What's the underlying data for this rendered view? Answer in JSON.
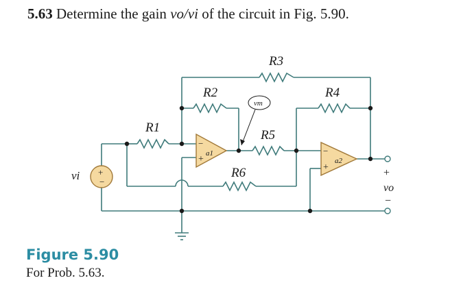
{
  "problem": {
    "number": "5.63",
    "text_before": "Determine the gain ",
    "gain_expr": "vo/vi",
    "text_after": " of the circuit in Fig. 5.90."
  },
  "circuit": {
    "resistors": [
      "R1",
      "R2",
      "R3",
      "R4",
      "R5",
      "R6"
    ],
    "opamps": [
      "a1",
      "a2"
    ],
    "node_callout": "vm",
    "source_label": "vi",
    "output_label": "vo",
    "plus_sign": "+",
    "minus_sign": "−",
    "wire_color": "#3e7a7a",
    "opamp_fill": "#f5d9a0",
    "opamp_stroke": "#a07838",
    "resistor_color": "#3e7a7a"
  },
  "figure": {
    "title": "Figure 5.90",
    "caption": "For Prob. 5.63."
  }
}
